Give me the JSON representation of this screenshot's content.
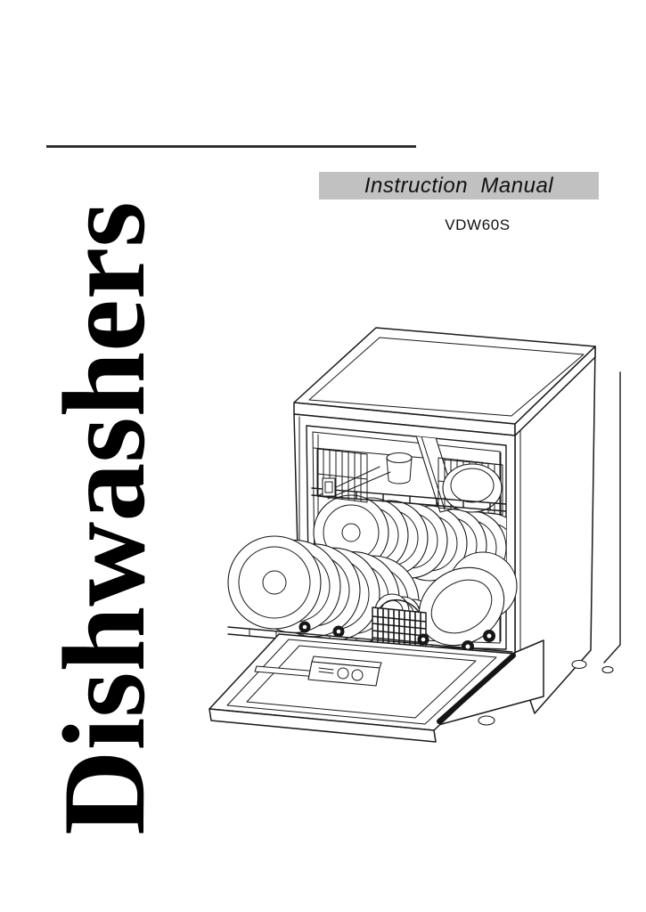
{
  "theme": {
    "ink": "#1a1a1a",
    "rule": "#303030",
    "banner-bg": "#c1c1c1",
    "text": "#111111",
    "page-bg": "#ffffff"
  },
  "banner": {
    "label": "Instruction  Manual"
  },
  "model": {
    "label": "VDW60S"
  },
  "side_title": {
    "label": "Dishwashers"
  },
  "illustration": {
    "alt": "line drawing of a freestanding dishwasher with door open showing loaded upper and lower racks"
  }
}
